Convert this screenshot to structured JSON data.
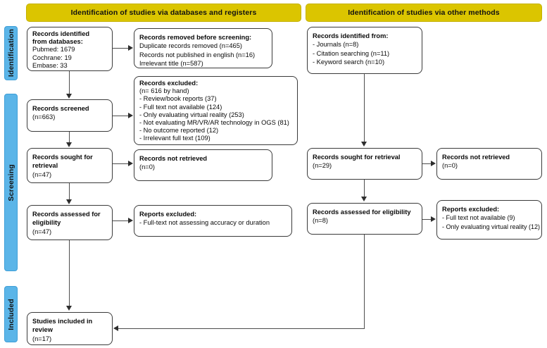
{
  "diagram": {
    "type": "prisma-flow-diagram",
    "colors": {
      "banner": "#DBC500",
      "phase_bar": "#5BB5E8",
      "box_border": "#3a3a3a",
      "connector": "#4d4d4d",
      "background": "#ffffff"
    }
  },
  "phases": [
    {
      "id": "identification",
      "label": "Identification"
    },
    {
      "id": "screening",
      "label": "Screening"
    },
    {
      "id": "included",
      "label": "Included"
    }
  ],
  "banners": {
    "databases": "Identification of studies via databases and registers",
    "other_methods": "Identification of studies via other methods"
  },
  "left_column": {
    "records_identified": {
      "title": "Records identified",
      "lines": [
        "Records identified",
        "from databases:",
        "Pubmed: 1679",
        "Cochrane: 19",
        "Embase: 33"
      ],
      "bold_lines": 2
    },
    "records_removed": {
      "lines": [
        "Records removed before screening:",
        "Duplicate records removed (n=465)",
        "Records not published in english (n=16)",
        "Irrelevant title (n=587)"
      ],
      "bold_lines": 1
    },
    "records_excluded": {
      "lines": [
        "Records excluded:",
        "(n= 616 by hand)",
        "- Review/book reports (37)",
        "- Full text not available (124)",
        "- Only evaluating virtual reality (253)",
        "- Not evaluating MR/VR/AR technology in OGS (81)",
        "- No outcome reported (12)",
        "- Irrelevant full text (109)"
      ],
      "bold_lines": 1
    },
    "records_screened": {
      "lines": [
        "Records screened",
        "(n=663)"
      ],
      "bold_lines": 1
    },
    "records_sought": {
      "lines": [
        "Records sought for",
        "retrieval",
        "(n=47)"
      ],
      "bold_lines": 2
    },
    "records_not_retrieved": {
      "lines": [
        "Records not retrieved",
        "(n=0)"
      ],
      "bold_lines": 1
    },
    "records_assessed": {
      "lines": [
        "Records assessed for",
        "eligibility",
        "(n=47)"
      ],
      "bold_lines": 2
    },
    "reports_excluded": {
      "lines": [
        "Reports excluded:",
        "- Full-text not assessing accuracy or duration"
      ],
      "bold_lines": 1
    },
    "studies_included": {
      "lines": [
        "Studies included in",
        "review",
        "(n=17)"
      ],
      "bold_lines": 2
    }
  },
  "right_column": {
    "records_identified_other": {
      "lines": [
        "Records identified from:",
        "- Journals (n=8)",
        "- Citation searching (n=11)",
        "- Keyword search (n=10)"
      ],
      "bold_lines": 1
    },
    "records_sought": {
      "lines": [
        "Records sought for retrieval",
        "(n=29)"
      ],
      "bold_lines": 1
    },
    "records_not_retrieved": {
      "lines": [
        "Records not retrieved",
        "(n=0)"
      ],
      "bold_lines": 1
    },
    "records_assessed": {
      "lines": [
        "Records assessed for eligibility",
        "(n=8)"
      ],
      "bold_lines": 1
    },
    "reports_excluded": {
      "lines": [
        "Reports excluded:",
        "- Full text not available (9)",
        "- Only evaluating virtual reality (12)"
      ],
      "bold_lines": 1
    }
  }
}
